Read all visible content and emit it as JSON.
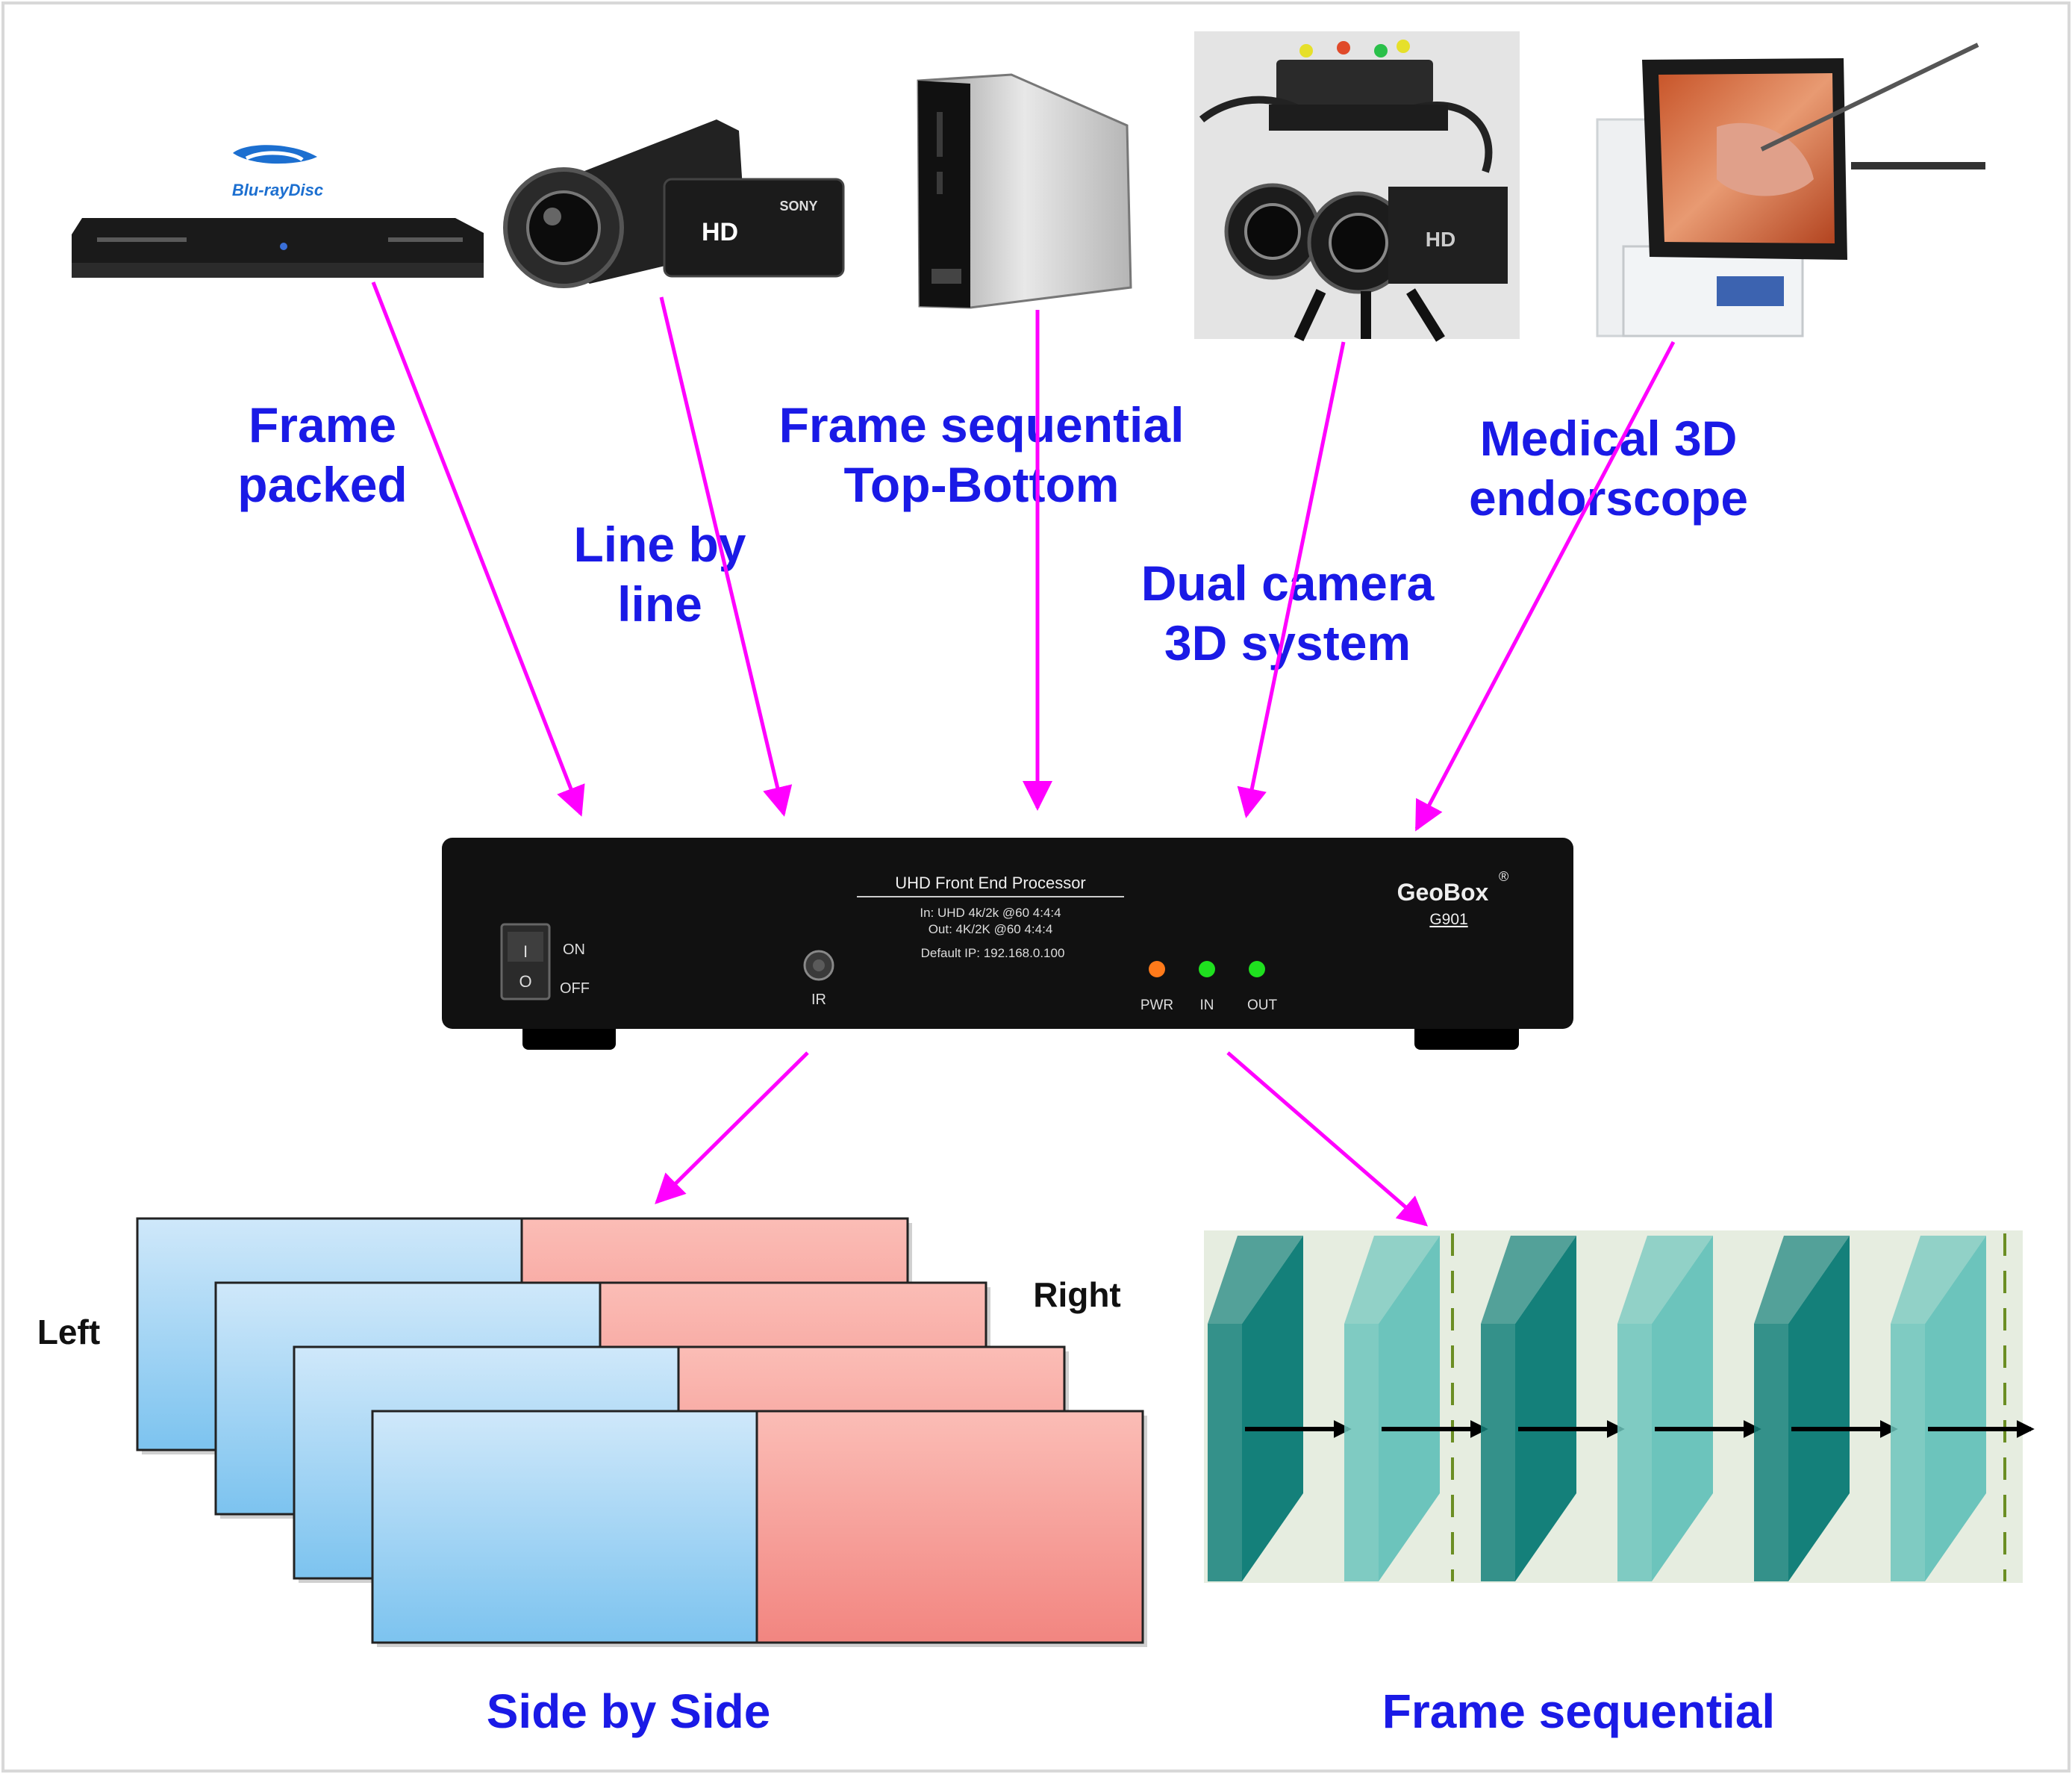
{
  "colors": {
    "label": "#1a1ae6",
    "arrow": "#ff00ff",
    "device_body": "#111111",
    "left_frame": "#9fd2f2",
    "right_frame": "#f6a6a0",
    "frame_dark": "#14807a",
    "frame_light": "#6cc4bc",
    "frame_bg": "#e6ede0"
  },
  "sources": [
    {
      "label": "Frame packed",
      "label_lines": [
        "Frame",
        "packed"
      ],
      "icon": "blu-ray-player-icon",
      "brand": "Blu-rayDisc"
    },
    {
      "label": "Line by line",
      "label_lines": [
        "Line by",
        "line"
      ],
      "icon": "hd-camcorder-icon",
      "brand": "SONY",
      "badge": "HD"
    },
    {
      "label": "Frame sequential Top-Bottom",
      "label_lines": [
        "Frame sequential",
        "Top-Bottom"
      ],
      "icon": "media-server-icon"
    },
    {
      "label": "Dual camera 3D system",
      "label_lines": [
        "Dual camera",
        "3D system"
      ],
      "icon": "dual-camera-rig-icon",
      "badge": "HD"
    },
    {
      "label": "Medical 3D endorscope",
      "label_lines": [
        "Medical 3D",
        "endorscope"
      ],
      "icon": "medical-endoscope-icon"
    }
  ],
  "processor": {
    "title": "UHD Front End Processor",
    "spec_in": "In: UHD 4k/2k @60 4:4:4",
    "spec_out": "Out: 4K/2K @60 4:4:4",
    "default_ip": "Default IP: 192.168.0.100",
    "brand": "GeoBox",
    "brand_mark": "®",
    "model": "G901",
    "switch_on": "ON",
    "switch_off": "OFF",
    "switch_i": "I",
    "switch_o": "O",
    "ir_label": "IR",
    "leds": [
      {
        "label": "PWR",
        "color": "#ff7a1a"
      },
      {
        "label": "IN",
        "color": "#1fe01f"
      },
      {
        "label": "OUT",
        "color": "#1fe01f"
      }
    ]
  },
  "outputs": {
    "side_by_side": {
      "caption": "Side by Side",
      "left_label": "Left",
      "right_label": "Right",
      "frame_count": 4
    },
    "frame_sequential": {
      "caption": "Frame sequential",
      "panel_count": 6
    }
  }
}
